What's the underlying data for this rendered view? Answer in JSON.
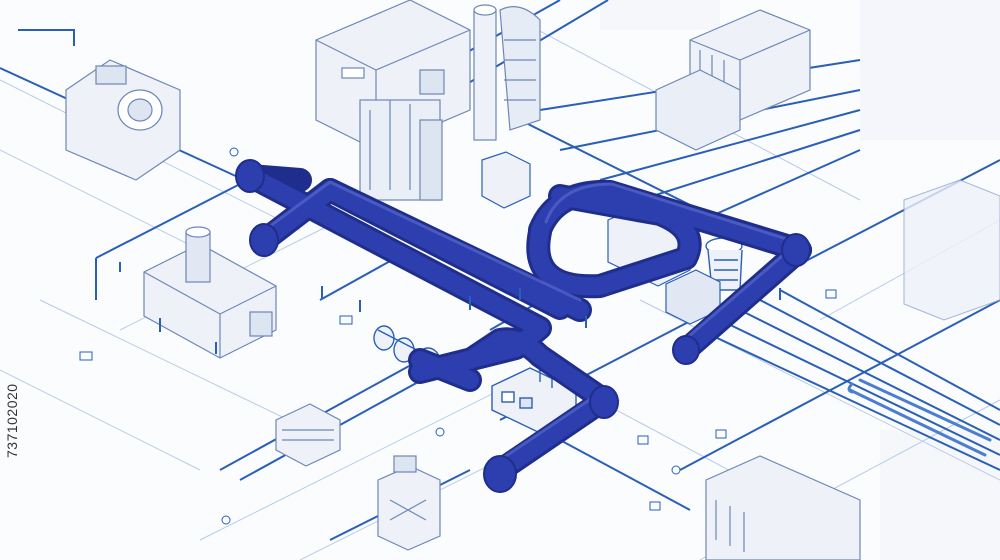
{
  "stock_id": "737102020",
  "colors": {
    "pipe_main": "#2d3fae",
    "pipe_edge": "#1f2d8c",
    "pipe_highlight": "#5566cc",
    "line_thin": "#2a5fb8",
    "line_light": "#9fb7d9",
    "outline": "#6d87b6",
    "fill_light": "#eef2f8",
    "fill_shade": "#dde5f1",
    "ground": "#f3f6fb"
  },
  "icons": [
    "factory-building",
    "boiler-tower",
    "heat-exchanger",
    "pump-station",
    "storage-tank",
    "valve",
    "control-panel",
    "warehouse",
    "chimney"
  ]
}
